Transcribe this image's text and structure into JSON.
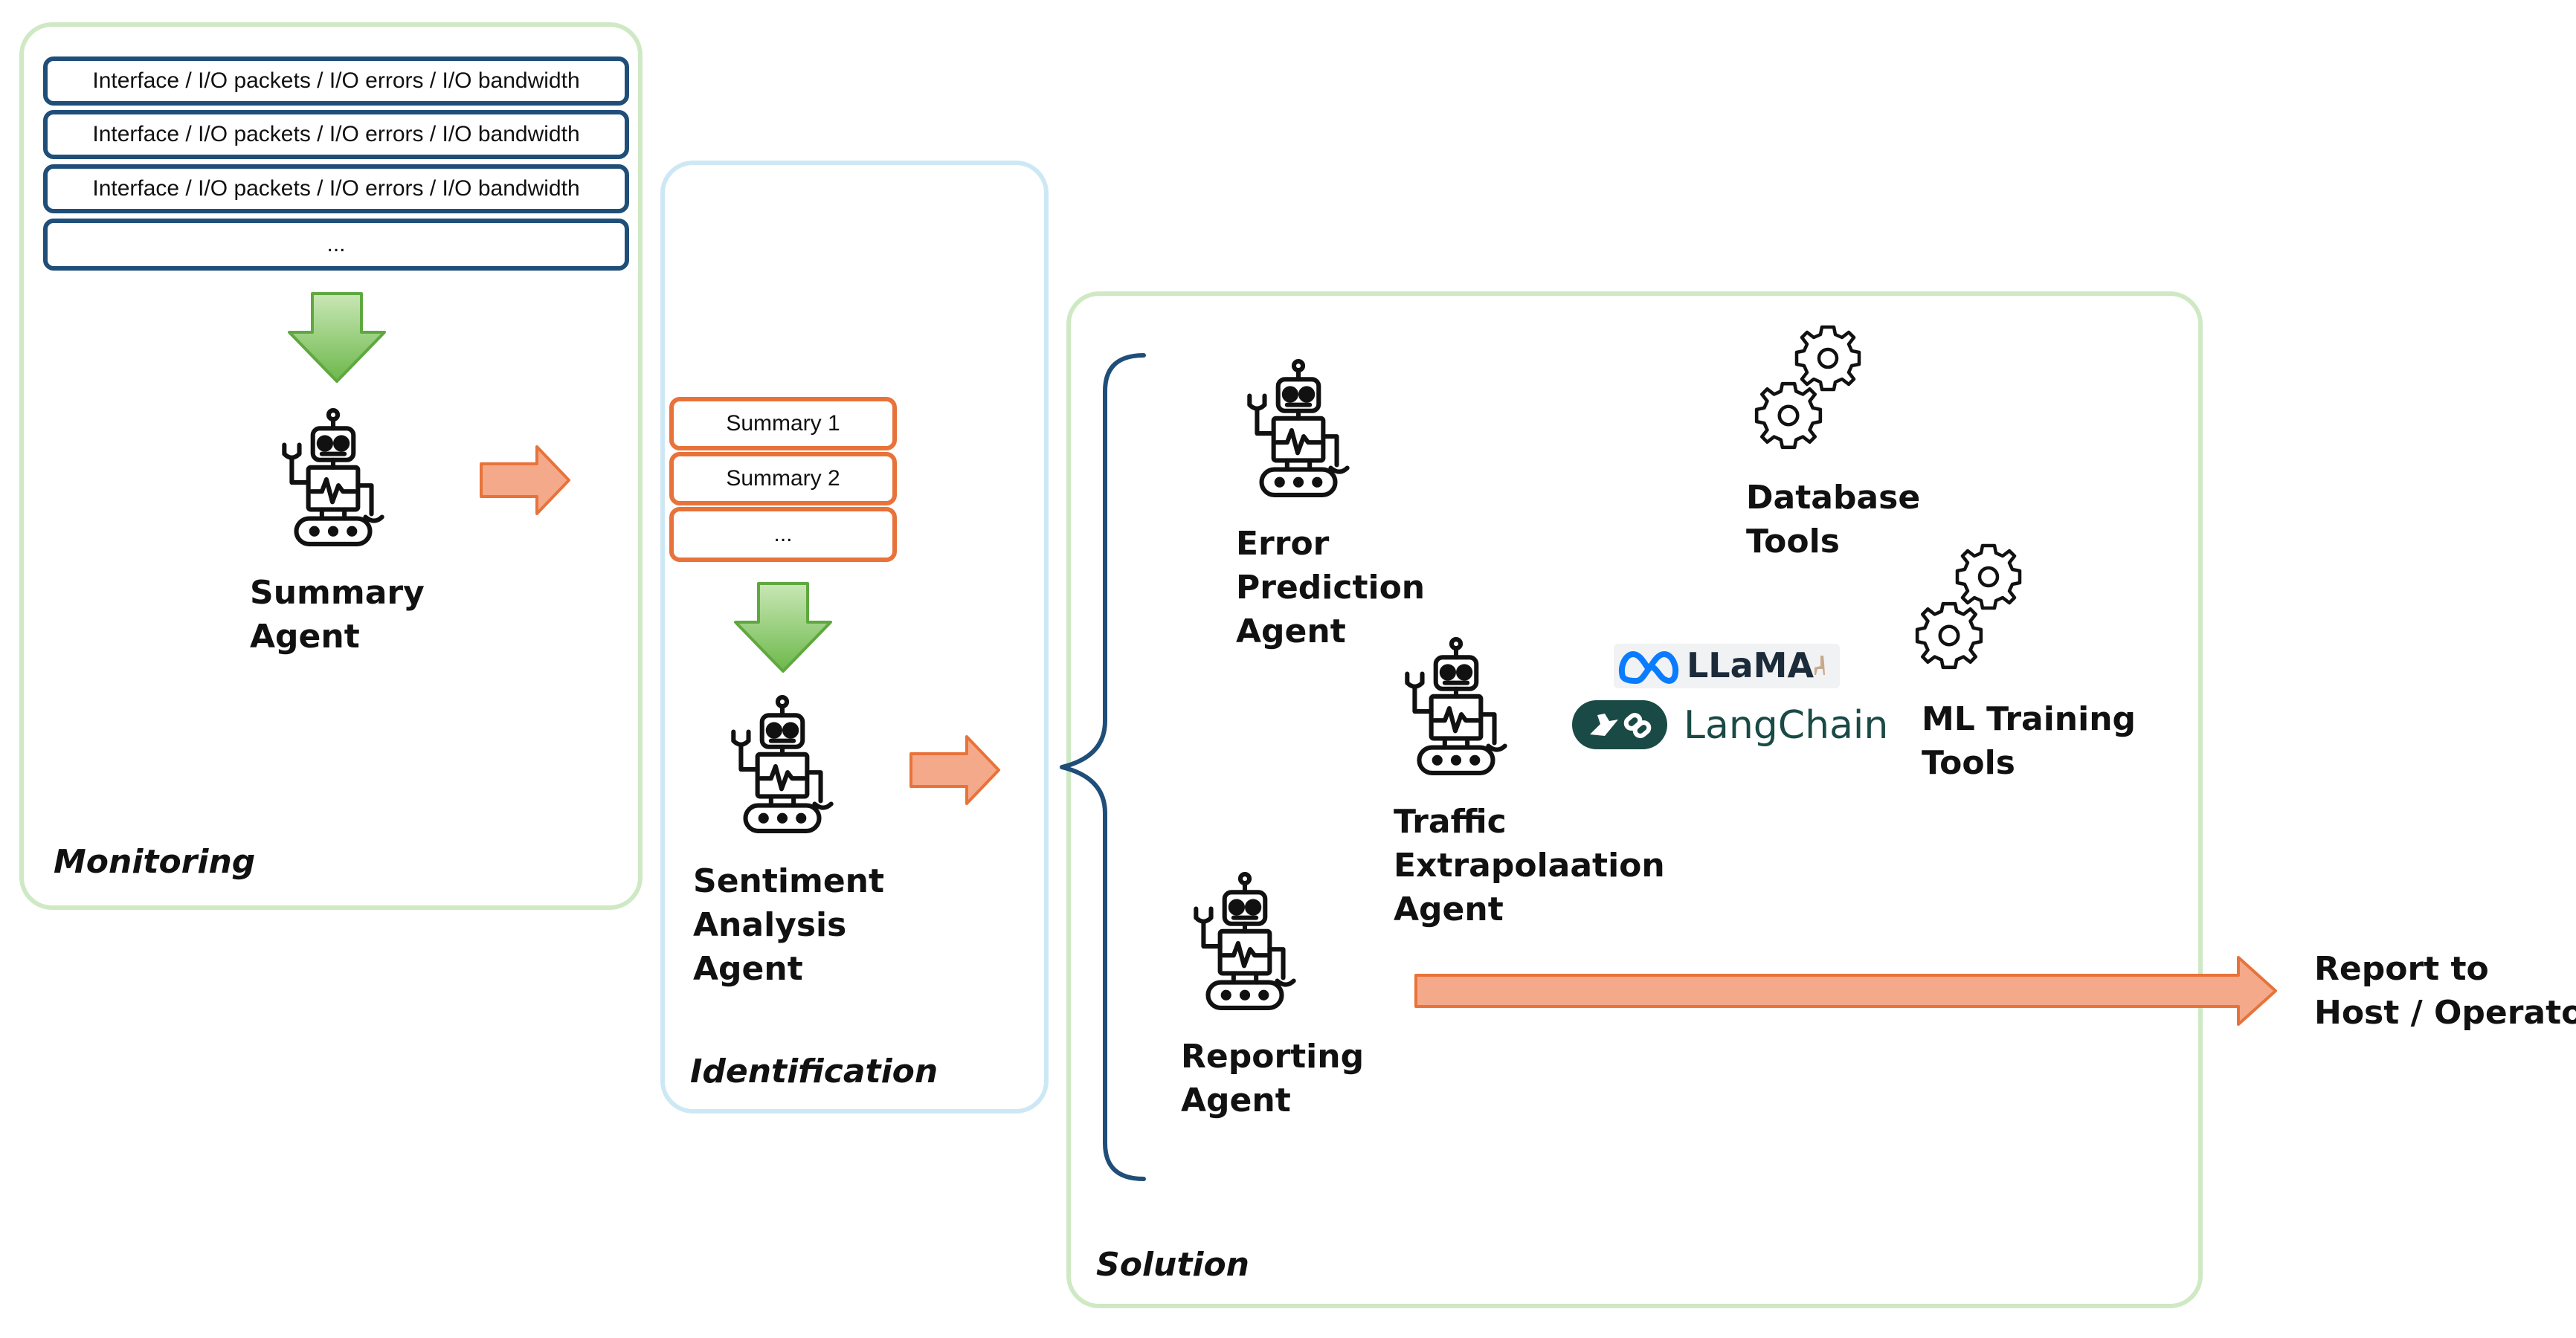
{
  "sections": {
    "monitoring": "Monitoring",
    "identification": "Identification",
    "solution": "Solution"
  },
  "metrics": [
    "Interface / I/O packets / I/O errors / I/O bandwidth",
    "Interface / I/O packets / I/O errors / I/O bandwidth",
    "Interface / I/O packets / I/O errors / I/O bandwidth",
    "..."
  ],
  "summaries": [
    "Summary 1",
    "Summary 2",
    "..."
  ],
  "agents": {
    "summary": [
      "Summary",
      "Agent"
    ],
    "sentiment": [
      "Sentiment",
      "Analysis",
      "Agent"
    ],
    "error_prediction": [
      "Error",
      "Prediction",
      "Agent"
    ],
    "traffic": [
      "Traffic",
      "Extrapolaation",
      "Agent"
    ],
    "reporting": [
      "Reporting",
      "Agent"
    ]
  },
  "tools": {
    "database": [
      "Database",
      "Tools"
    ],
    "ml_training": [
      "ML Training",
      "Tools"
    ]
  },
  "logos": {
    "llama": "LLaMA",
    "langchain": "LangChain"
  },
  "output": [
    "Report to",
    "Host / Operator"
  ],
  "icons": [
    "robot-agent-icon",
    "down-arrow-icon",
    "right-arrow-icon",
    "gear-icon",
    "meta-logo-icon",
    "langchain-logo-icon",
    "brace-icon"
  ],
  "colors": {
    "monitoring_border": "#cfe9c4",
    "identification_border": "#cde8f5",
    "metric_border": "#1f4e79",
    "summary_border": "#e8733a",
    "down_arrow": "#7cc15a",
    "right_arrow": "#f4a98a"
  }
}
